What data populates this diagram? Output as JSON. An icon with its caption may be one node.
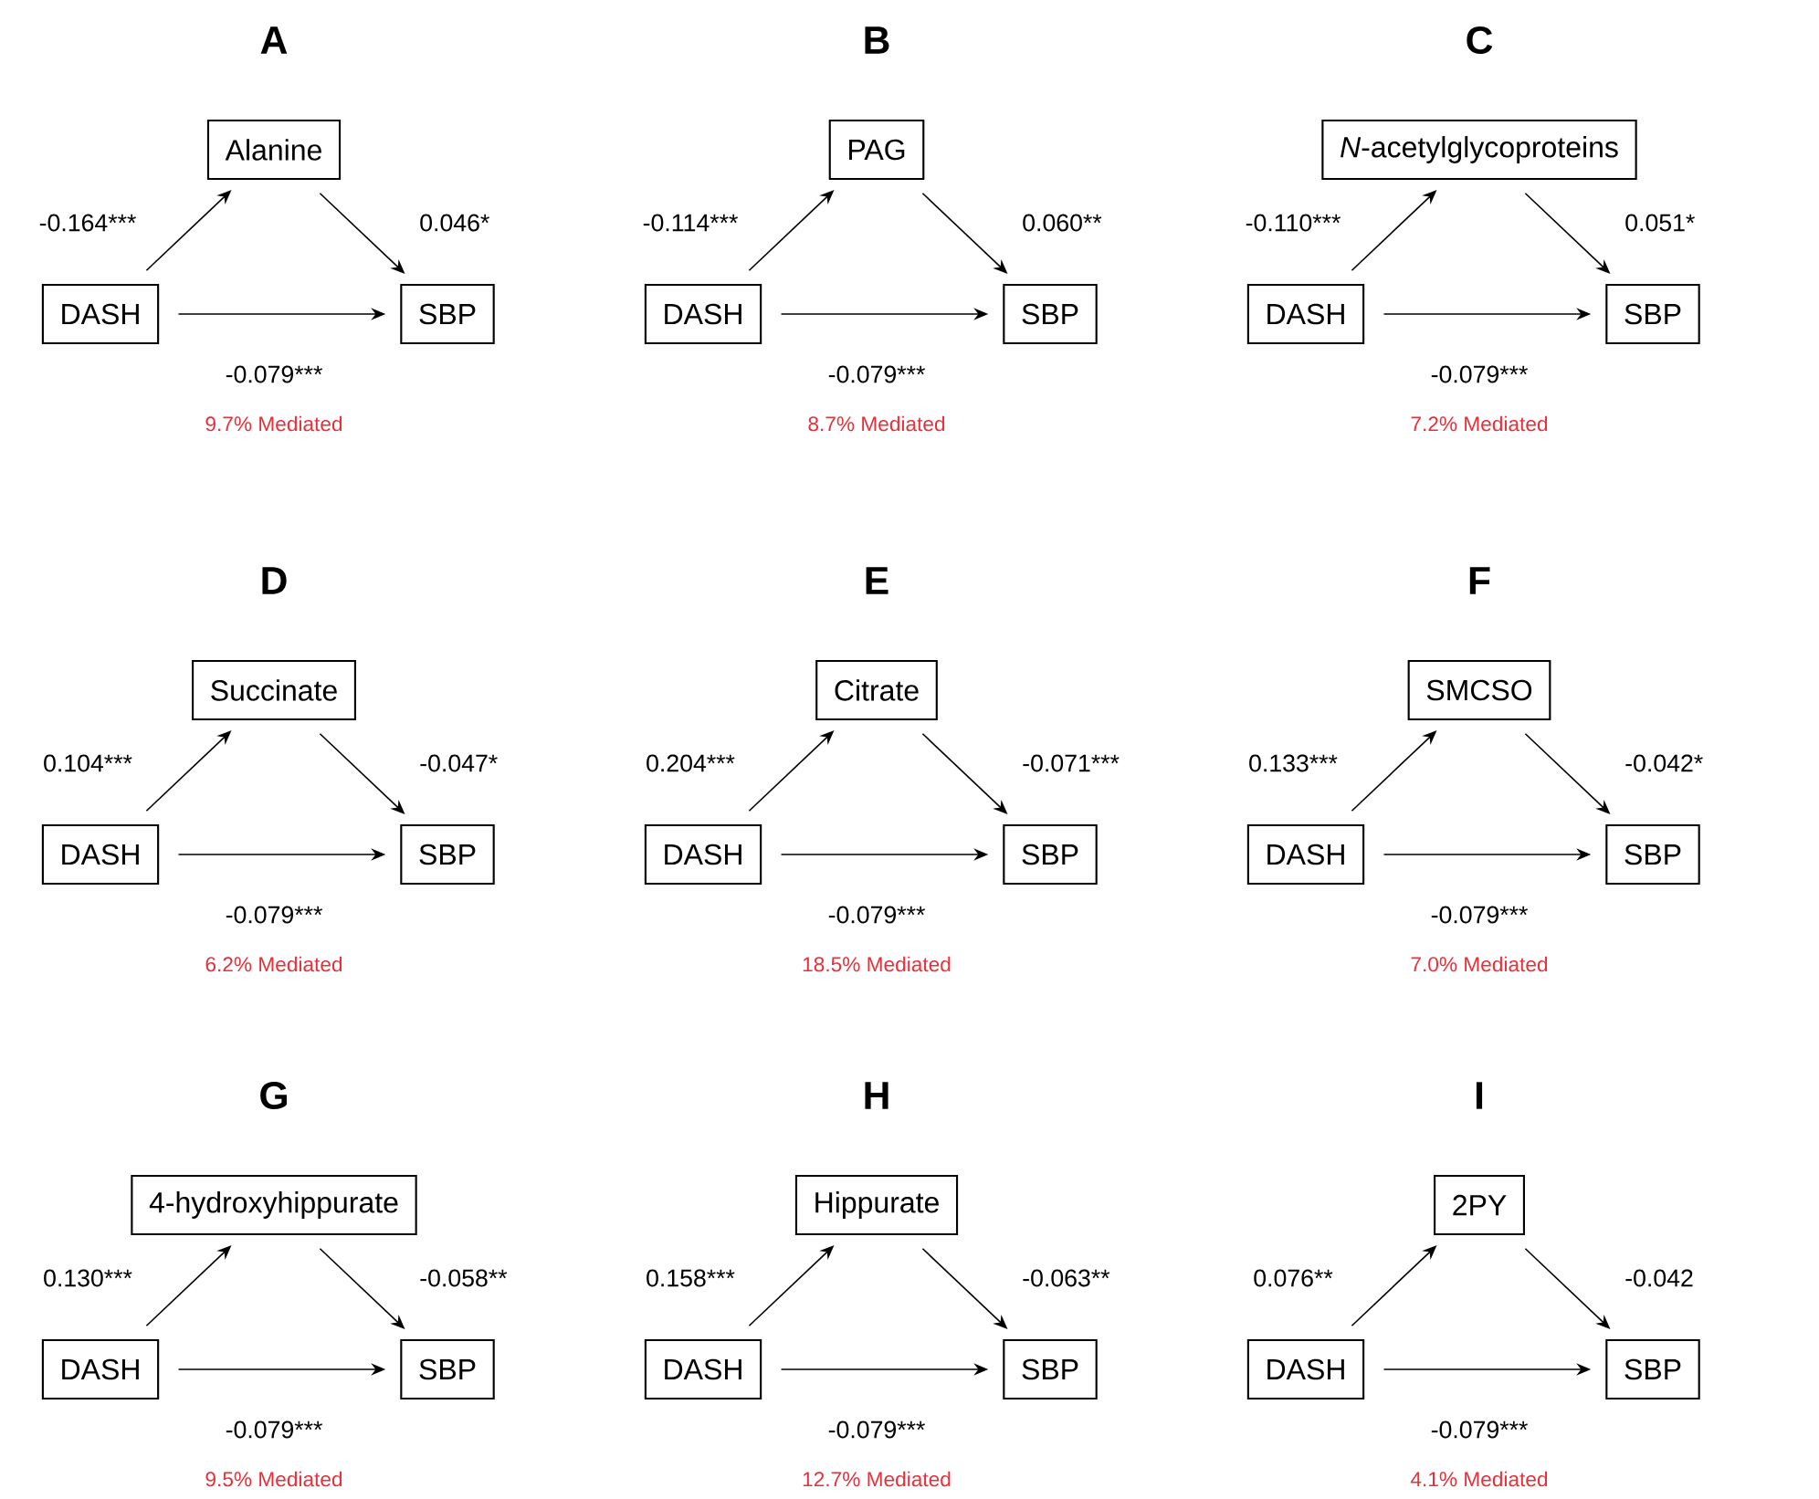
{
  "diagram": {
    "nodes": [
      {
        "text": [
          "Alanine"
        ]
      },
      {
        "text": [
          "DASH"
        ]
      },
      {
        "text": [
          "SBP"
        ]
      },
      {
        "text": [
          "PAG"
        ]
      },
      {
        "text": [
          "DASH"
        ]
      },
      {
        "text": [
          "SBP"
        ]
      },
      {
        "text": [
          "*N*-acetylglycoproteins"
        ]
      },
      {
        "text": [
          "DASH"
        ]
      },
      {
        "text": [
          "SBP"
        ]
      },
      {
        "text": [
          "Succinate"
        ]
      },
      {
        "text": [
          "DASH"
        ]
      },
      {
        "text": [
          "SBP"
        ]
      },
      {
        "text": [
          "Citrate"
        ]
      },
      {
        "text": [
          "DASH"
        ]
      },
      {
        "text": [
          "SBP"
        ]
      },
      {
        "text": [
          "SMCSO"
        ]
      },
      {
        "text": [
          "DASH"
        ]
      },
      {
        "text": [
          "SBP"
        ]
      },
      {
        "text": [
          "4-hydroxyhippurate"
        ]
      },
      {
        "text": [
          "DASH"
        ]
      },
      {
        "text": [
          "SBP"
        ]
      },
      {
        "text": [
          "Hippurate"
        ]
      },
      {
        "text": [
          "DASH"
        ]
      },
      {
        "text": [
          "SBP"
        ]
      },
      {
        "text": [
          "2PY"
        ]
      },
      {
        "text": [
          "DASH"
        ]
      },
      {
        "text": [
          "SBP"
        ]
      }
    ],
    "edges": [
      {
        "from": 1,
        "to": 0,
        "arrow": "to",
        "label": "-0.164***"
      },
      {
        "from": 0,
        "to": 2,
        "arrow": "to",
        "label": "0.046*"
      },
      {
        "from": 1,
        "to": 2,
        "arrow": "to",
        "label": "-0.079***"
      },
      {
        "from": 4,
        "to": 3,
        "arrow": "to",
        "label": "-0.114***"
      },
      {
        "from": 3,
        "to": 5,
        "arrow": "to",
        "label": "0.060**"
      },
      {
        "from": 4,
        "to": 5,
        "arrow": "to",
        "label": "-0.079***"
      },
      {
        "from": 7,
        "to": 6,
        "arrow": "to",
        "label": "-0.110***"
      },
      {
        "from": 6,
        "to": 8,
        "arrow": "to",
        "label": "0.051*"
      },
      {
        "from": 7,
        "to": 8,
        "arrow": "to",
        "label": "-0.079***"
      },
      {
        "from": 10,
        "to": 9,
        "arrow": "to",
        "label": "0.104***"
      },
      {
        "from": 9,
        "to": 11,
        "arrow": "to",
        "label": "-0.047*"
      },
      {
        "from": 10,
        "to": 11,
        "arrow": "to",
        "label": "-0.079***"
      },
      {
        "from": 13,
        "to": 12,
        "arrow": "to",
        "label": "0.204***"
      },
      {
        "from": 12,
        "to": 14,
        "arrow": "to",
        "label": "-0.071***"
      },
      {
        "from": 13,
        "to": 14,
        "arrow": "to",
        "label": "-0.079***"
      },
      {
        "from": 16,
        "to": 15,
        "arrow": "to",
        "label": "0.133***"
      },
      {
        "from": 15,
        "to": 17,
        "arrow": "to",
        "label": "-0.042*"
      },
      {
        "from": 16,
        "to": 17,
        "arrow": "to",
        "label": "-0.079***"
      },
      {
        "from": 19,
        "to": 18,
        "arrow": "to",
        "label": "0.130***"
      },
      {
        "from": 18,
        "to": 20,
        "arrow": "to",
        "label": "-0.058**"
      },
      {
        "from": 19,
        "to": 20,
        "arrow": "to",
        "label": "-0.079***"
      },
      {
        "from": 22,
        "to": 21,
        "arrow": "to",
        "label": "0.158***"
      },
      {
        "from": 21,
        "to": 23,
        "arrow": "to",
        "label": "-0.063**"
      },
      {
        "from": 22,
        "to": 23,
        "arrow": "to",
        "label": "-0.079***"
      },
      {
        "from": 25,
        "to": 24,
        "arrow": "to",
        "label": "0.076**"
      },
      {
        "from": 24,
        "to": 26,
        "arrow": "to",
        "label": "-0.042"
      },
      {
        "from": 25,
        "to": 26,
        "arrow": "to",
        "label": "-0.079***"
      }
    ],
    "labels": [
      "A",
      "9.7% Mediated",
      "B",
      "8.7% Mediated",
      "C",
      "7.2% Mediated",
      "D",
      "6.2% Mediated",
      "E",
      "18.5% Mediated",
      "F",
      "7.0% Mediated",
      "G",
      "9.5% Mediated",
      "H",
      "12.7% Mediated",
      "I",
      "4.1% Mediated"
    ]
  }
}
